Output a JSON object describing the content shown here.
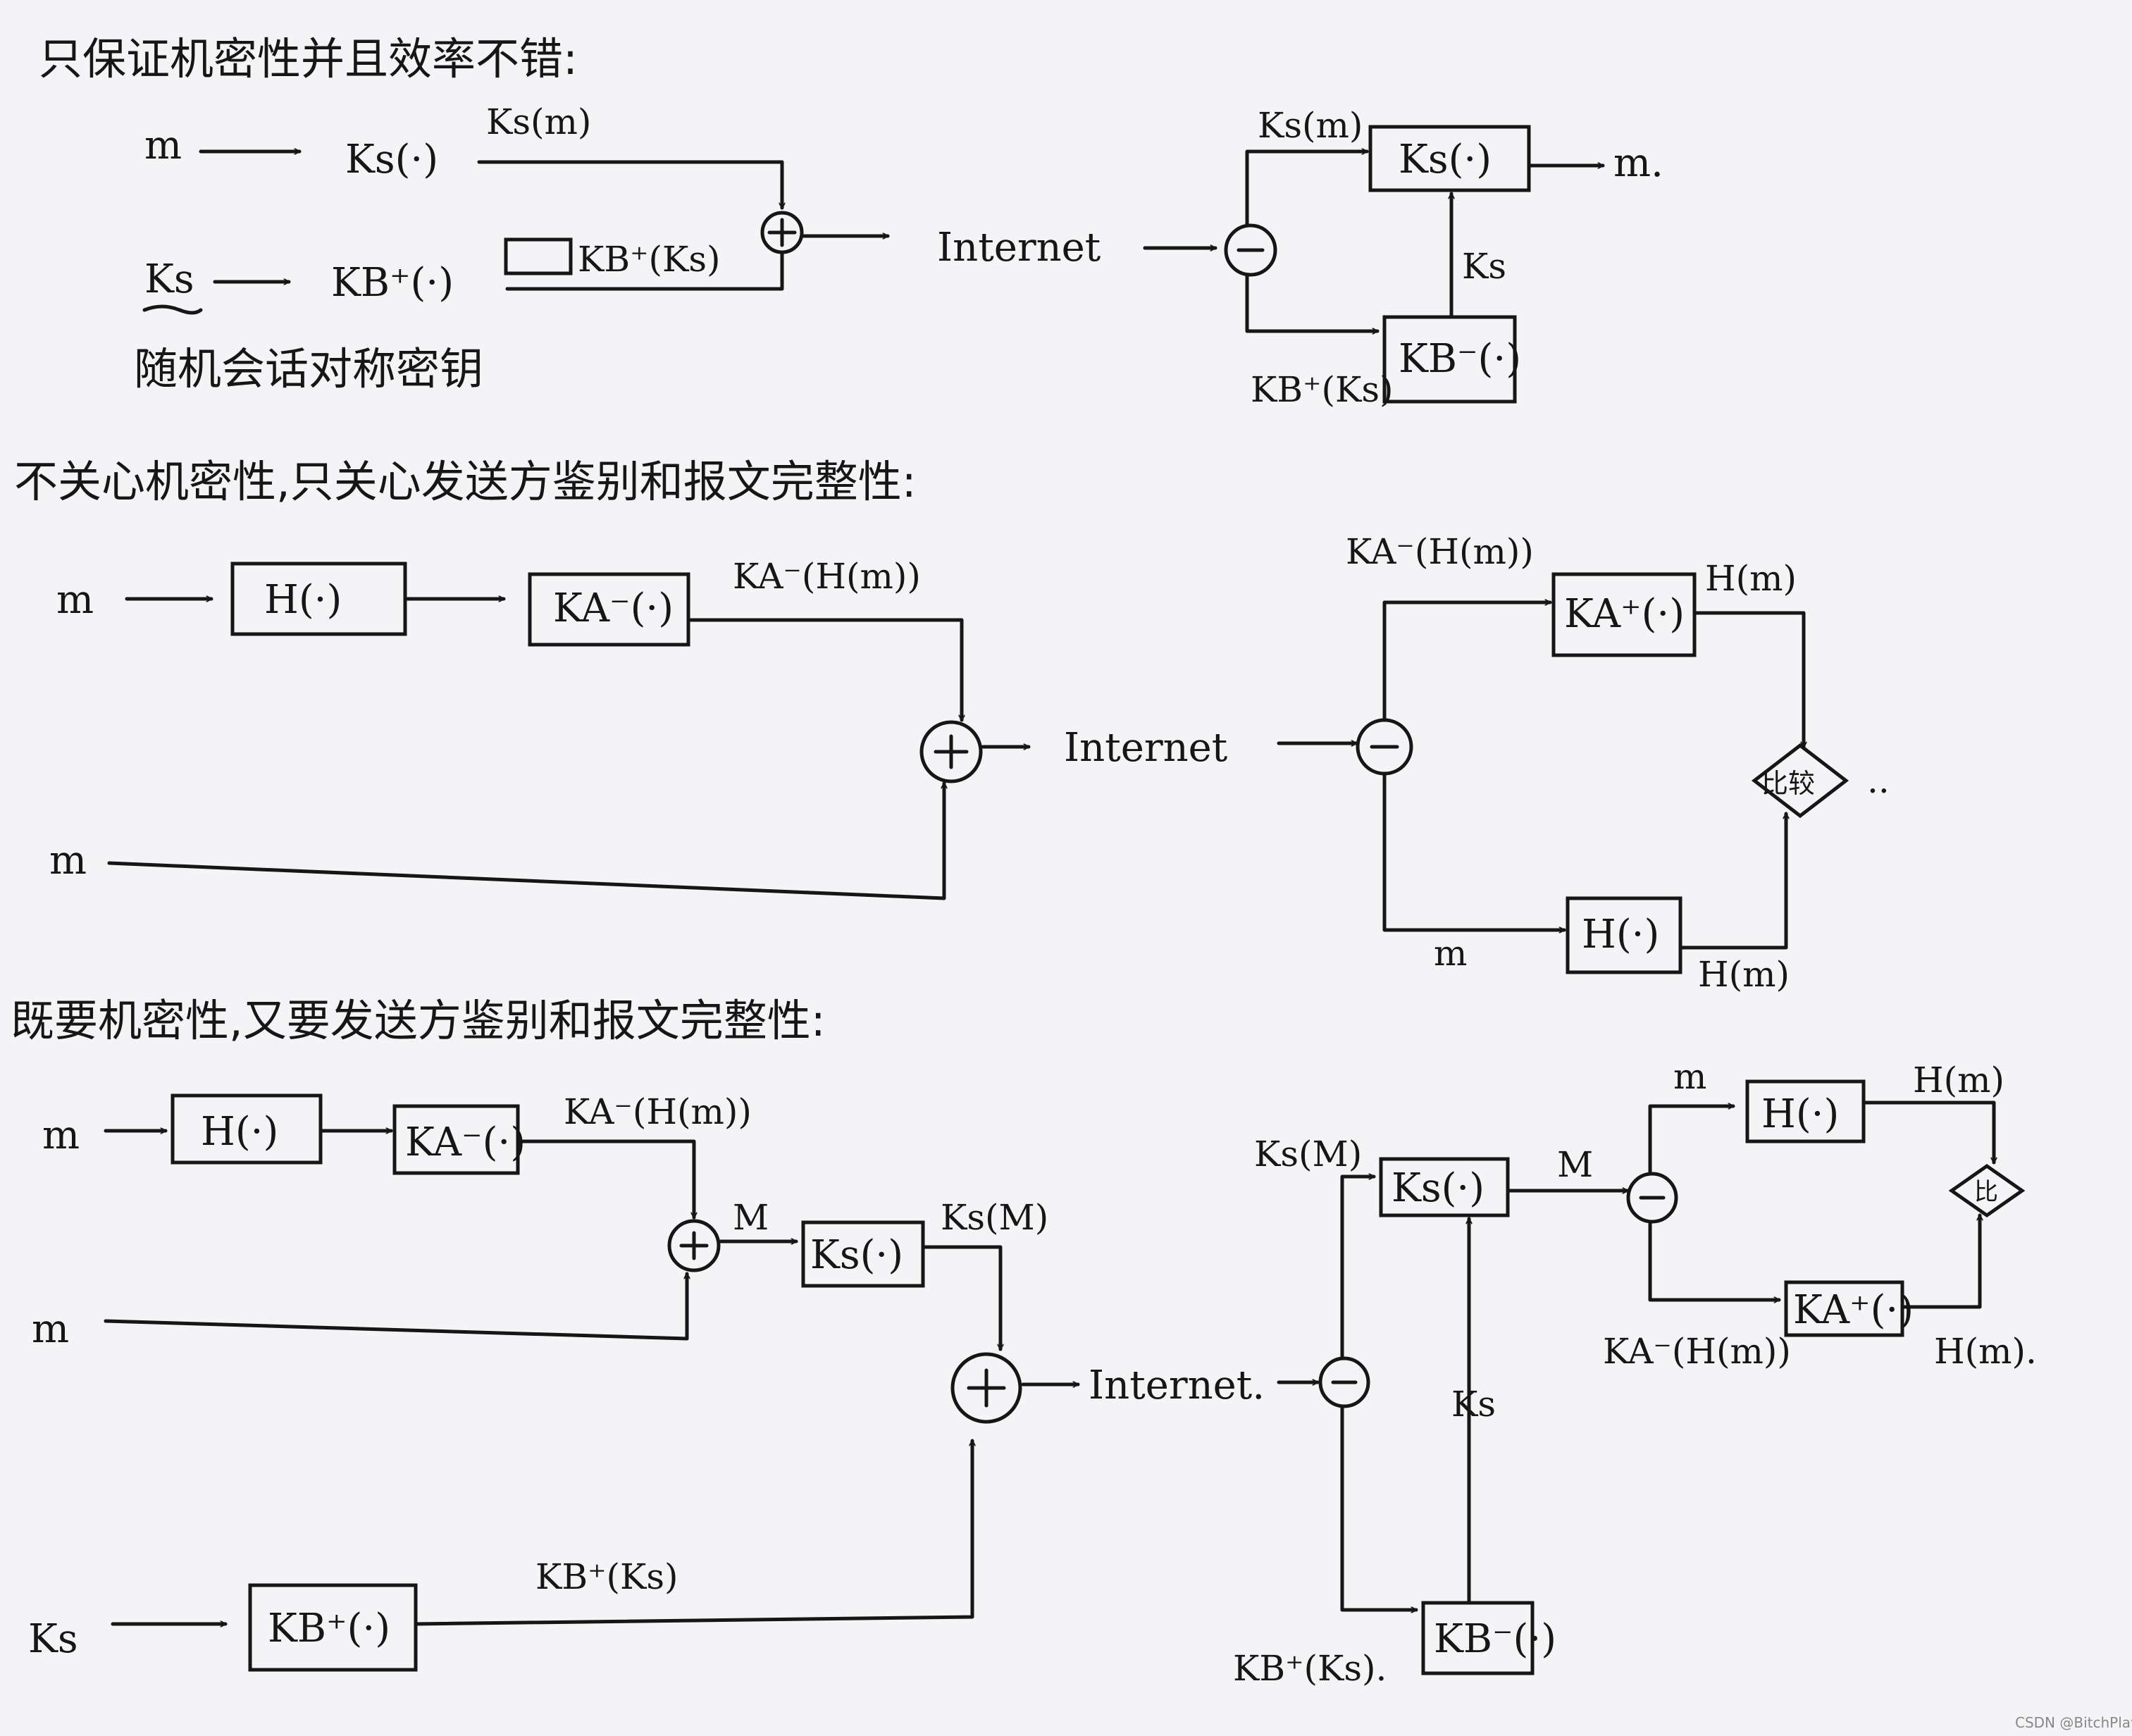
{
  "headings": {
    "s1": "只保证机密性并且效率不错:",
    "s2": "不关心机密性,只关心发送方鉴别和报文完整性:",
    "s3": "既要机密性,又要发送方鉴别和报文完整性:"
  },
  "d1": {
    "in_m": "m",
    "box_ks": "Ks(·)",
    "lbl_ksm": "Ks(m)",
    "in_ks": "Ks",
    "box_kb": "KB⁺(·)",
    "lbl_kbks": "KB⁺(Ks)",
    "note_ks": "随机会话对称密钥",
    "internet": "Internet",
    "lbl_ksm_r": "Ks(m)",
    "box_ks_r": "Ks(·)",
    "out_m": "m.",
    "lbl_ks_r": "Ks",
    "box_kb_r": "KB⁻(·)",
    "lbl_kbks_r": "KB⁺(Ks)"
  },
  "d2": {
    "in_m": "m",
    "box_h": "H(·)",
    "box_ka": "KA⁻(·)",
    "lbl_kahm": "KA⁻(H(m))",
    "in_m2": "m",
    "internet": "Internet",
    "lbl_kahm_r": "KA⁻(H(m))",
    "box_ka_r": "KA⁺(·)",
    "lbl_hm_top": "H(m)",
    "compare": "比较",
    "dots": "..",
    "lbl_m_bottom": "m",
    "box_h_r": "H(·)",
    "lbl_hm_bottom": "H(m)"
  },
  "d3": {
    "in_m": "m",
    "box_h": "H(·)",
    "box_ka": "KA⁻(·)",
    "lbl_kahm": "KA⁻(H(m))",
    "in_m2": "m",
    "lbl_M": "M",
    "box_ks": "Ks(·)",
    "lbl_ksM": "Ks(M)",
    "internet": "Internet.",
    "in_ks": "Ks",
    "box_kb": "KB⁺(·)",
    "lbl_kbks": "KB⁺(Ks)",
    "lbl_ksM_r": "Ks(M)",
    "box_ks_r": "Ks(·)",
    "lbl_M_r": "M",
    "lbl_ks_r": "Ks",
    "box_kb_r": "KB⁻(·)",
    "lbl_kbks_r": "KB⁺(Ks).",
    "lbl_m_r": "m",
    "box_h_r": "H(·)",
    "lbl_hm_top": "H(m)",
    "compare": "比",
    "box_ka_r": "KA⁺(·)",
    "lbl_kahm_r": "KA⁻(H(m))",
    "lbl_hm_bottom": "H(m)."
  },
  "watermark": "CSDN @BitchPlayer"
}
